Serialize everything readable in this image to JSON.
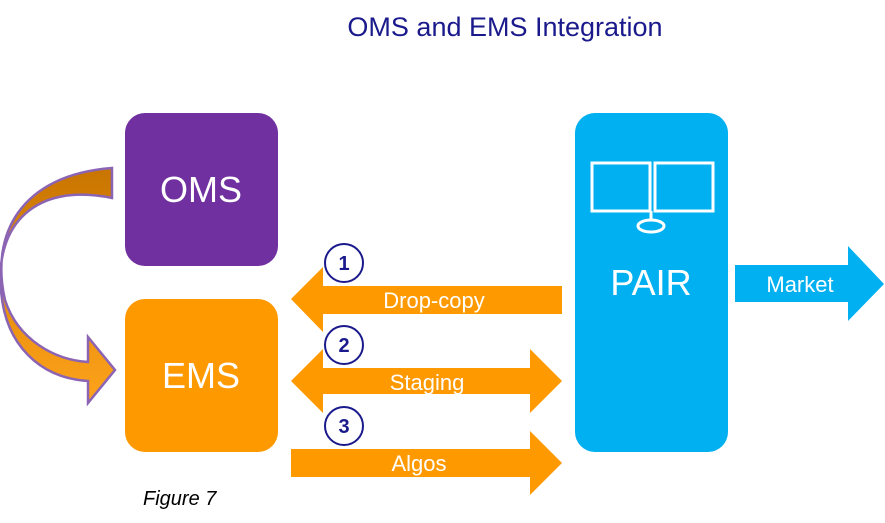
{
  "title": "OMS and EMS Integration",
  "caption": "Figure 7",
  "nodes": {
    "oms": "OMS",
    "ems": "EMS",
    "pair": "PAIR",
    "market": "Market"
  },
  "flows": [
    {
      "number": "1",
      "label": "Drop-copy"
    },
    {
      "number": "2",
      "label": "Staging"
    },
    {
      "number": "3",
      "label": "Algos"
    }
  ],
  "colors": {
    "title": "#1a1a8c",
    "oms": "#7030a0",
    "ems": "#ff9900",
    "pair": "#00b0f0",
    "arrow": "#ff9900",
    "curved_arrow": "#d07800",
    "number_ring": "#1a1a8c"
  }
}
